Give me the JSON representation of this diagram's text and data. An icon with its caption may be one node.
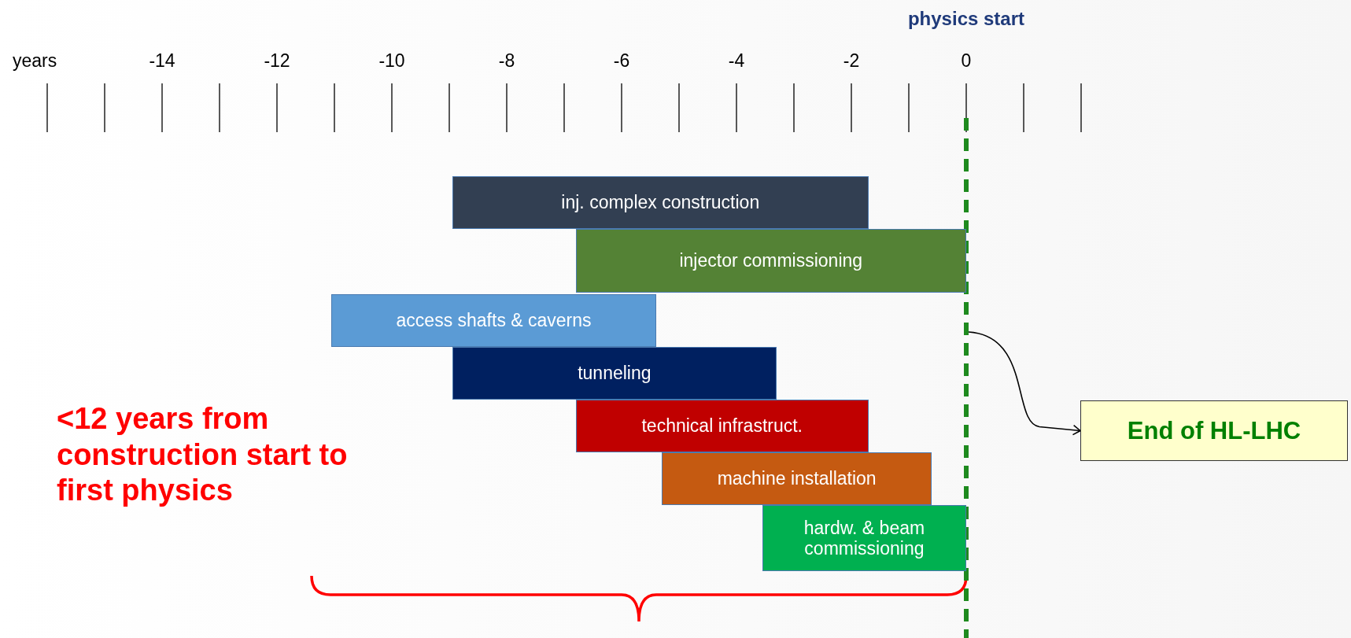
{
  "diagram": {
    "nodes": [
      {
        "text": [
          "physics start"
        ]
      },
      {
        "text": [
          "inj. complex construction"
        ]
      },
      {
        "text": [
          "injector commissioning"
        ]
      },
      {
        "text": [
          "access shafts & caverns"
        ]
      },
      {
        "text": [
          "tunneling"
        ]
      },
      {
        "text": [
          "technical infrastruct."
        ]
      },
      {
        "text": [
          "machine installation"
        ]
      },
      {
        "text": [
          "hardw. & beam commissioning"
        ]
      },
      {
        "text": [
          "End of HL-LHC"
        ]
      }
    ],
    "edges": [
      {
        "from": 0,
        "to": 8,
        "arrow": "to"
      }
    ],
    "labels": [
      "years",
      "-14",
      "-12",
      "-10",
      "-8",
      "-6",
      "-4",
      "-2",
      "0",
      "<12 years from construction start to first physics"
    ]
  }
}
